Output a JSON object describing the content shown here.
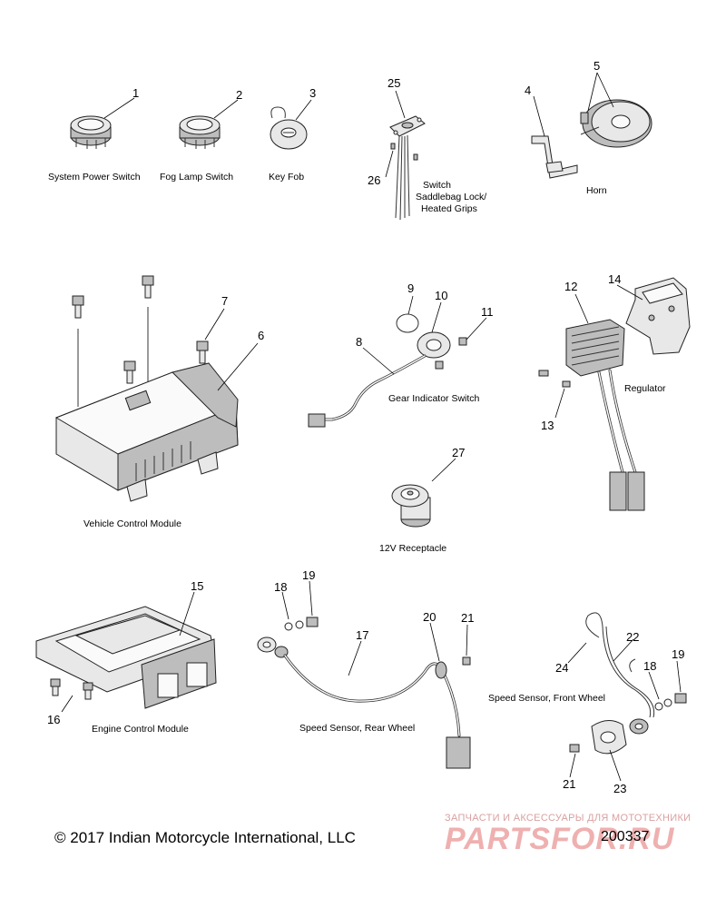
{
  "parts": {
    "p1": {
      "number": "1",
      "label": "System Power Switch"
    },
    "p2": {
      "number": "2",
      "label": "Fog Lamp Switch"
    },
    "p3": {
      "number": "3",
      "label": "Key Fob"
    },
    "p4": {
      "number": "4"
    },
    "p5": {
      "number": "5",
      "label": "Horn"
    },
    "p6": {
      "number": "6",
      "label": "Vehicle Control Module"
    },
    "p7": {
      "number": "7"
    },
    "p8": {
      "number": "8",
      "label": "Gear Indicator Switch"
    },
    "p9": {
      "number": "9"
    },
    "p10": {
      "number": "10"
    },
    "p11": {
      "number": "11"
    },
    "p12": {
      "number": "12",
      "label": "Regulator"
    },
    "p13": {
      "number": "13"
    },
    "p14": {
      "number": "14"
    },
    "p15": {
      "number": "15",
      "label": "Engine Control Module"
    },
    "p16": {
      "number": "16"
    },
    "p17": {
      "number": "17",
      "label": "Speed Sensor, Rear Wheel"
    },
    "p18a": {
      "number": "18"
    },
    "p19a": {
      "number": "19"
    },
    "p20": {
      "number": "20"
    },
    "p21a": {
      "number": "21"
    },
    "p22": {
      "number": "22",
      "label": "Speed Sensor, Front Wheel"
    },
    "p24": {
      "number": "24"
    },
    "p18b": {
      "number": "18"
    },
    "p19b": {
      "number": "19"
    },
    "p21b": {
      "number": "21"
    },
    "p23": {
      "number": "23"
    },
    "p25": {
      "number": "25",
      "label_line1": "Switch",
      "label_line2": "Saddlebag Lock/",
      "label_line3": "Heated Grips"
    },
    "p26": {
      "number": "26"
    },
    "p27": {
      "number": "27",
      "label": "12V Receptacle"
    }
  },
  "footer": {
    "copyright": "© 2017 Indian Motorcycle International, LLC",
    "diagram_code": "200337"
  },
  "watermark": {
    "tagline": "ЗАПЧАСТИ И АКСЕССУАРЫ ДЛЯ МОТОТЕХНИКИ",
    "brand": "PARTSFOR.RU"
  }
}
